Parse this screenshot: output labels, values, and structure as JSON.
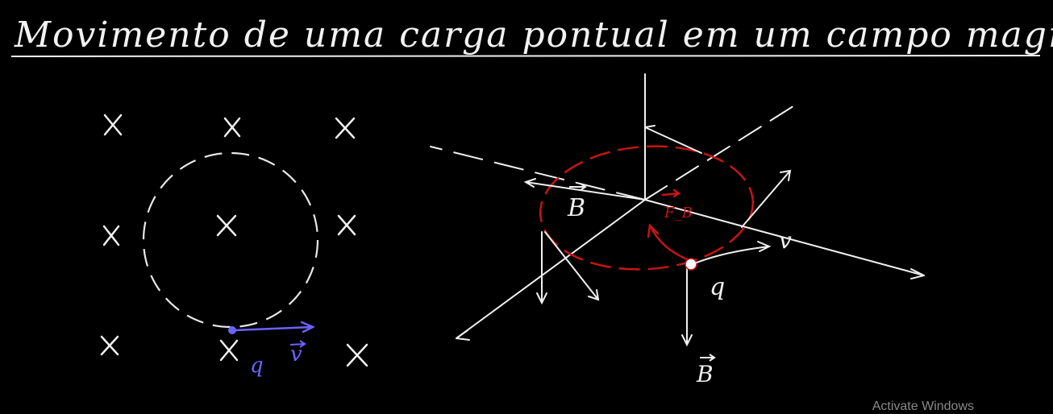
{
  "title": "Movimento de uma carga pontual em um campo magnético uniforme.",
  "labels": {
    "left_q": "q",
    "left_v": "v",
    "right_B1": "B",
    "right_B2": "B",
    "right_v": "v",
    "right_q": "q",
    "right_Fb": "F_B"
  },
  "watermark": "Activate Windows",
  "colors": {
    "background": "#000000",
    "chalk": "#f0f0f0",
    "charge_blue": "#6b63ff",
    "force_red": "#c81414"
  }
}
